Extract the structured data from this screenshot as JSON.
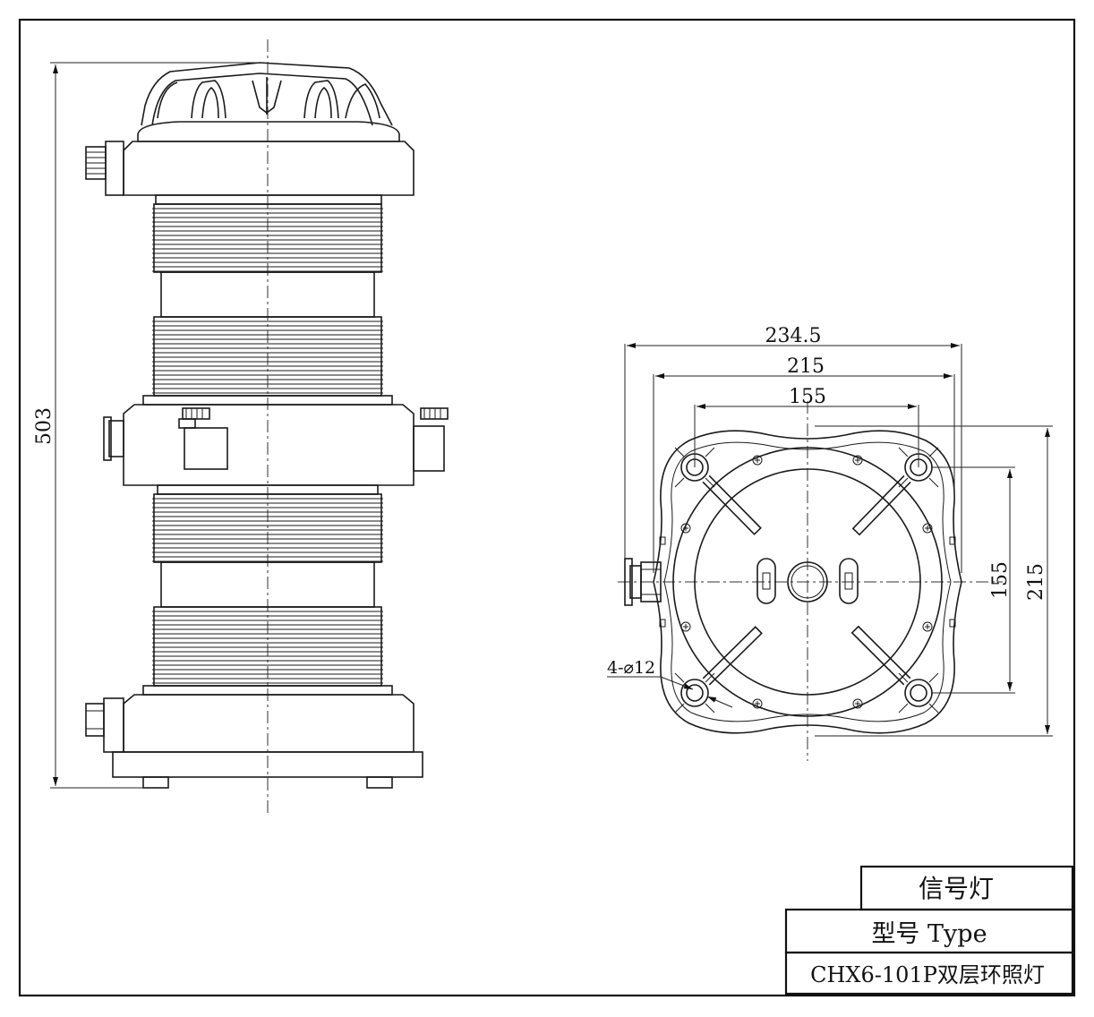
{
  "side_view": {
    "height_dim": "503"
  },
  "top_view": {
    "dim_overall_width": "234.5",
    "dim_width": "215",
    "dim_hole_spacing": "155",
    "dim_hole_spacing_vertical": "155",
    "dim_height": "215",
    "hole_callout": "4-⌀12"
  },
  "title_block": {
    "name": "信号灯",
    "type_label": "型号 Type",
    "model": "CHX6-101P双层环照灯"
  }
}
